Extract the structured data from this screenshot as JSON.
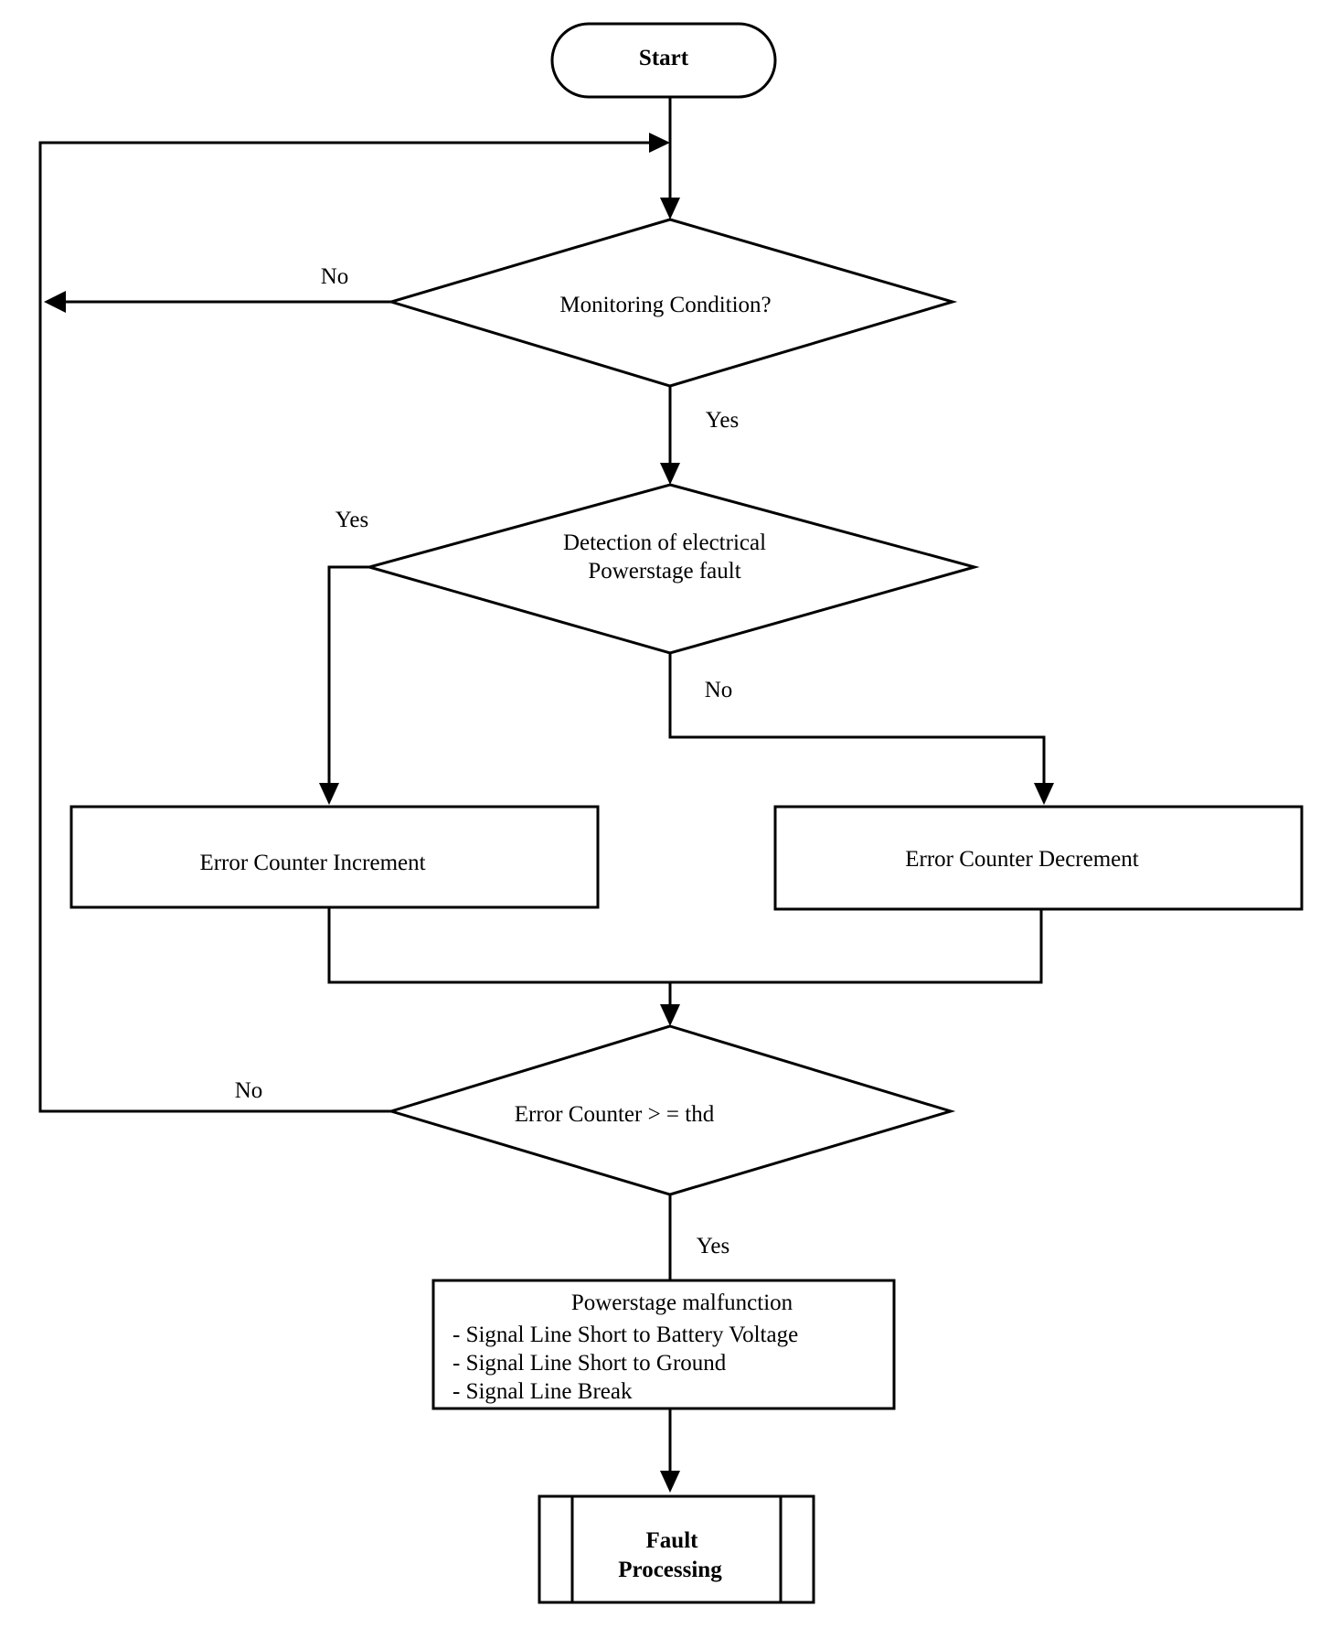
{
  "start": "Start",
  "decision_monitoring": "Monitoring Condition?",
  "decision_detection_line1": "Detection of electrical",
  "decision_detection_line2": "Powerstage fault",
  "box_increment": "Error Counter Increment",
  "box_decrement": "Error Counter Decrement",
  "decision_threshold": "Error Counter > = thd",
  "malfunction_title": "Powerstage malfunction",
  "malfunction_items": [
    "- Signal Line Short to Battery Voltage",
    "- Signal Line Short to Ground",
    "- Signal Line Break"
  ],
  "fault_line1": "Fault",
  "fault_line2": "Processing",
  "label_yes_monitoring": "Yes",
  "label_no_monitoring": "No",
  "label_yes_detection": "Yes",
  "label_no_detection": "No",
  "label_no_threshold": "No",
  "label_yes_threshold": "Yes"
}
